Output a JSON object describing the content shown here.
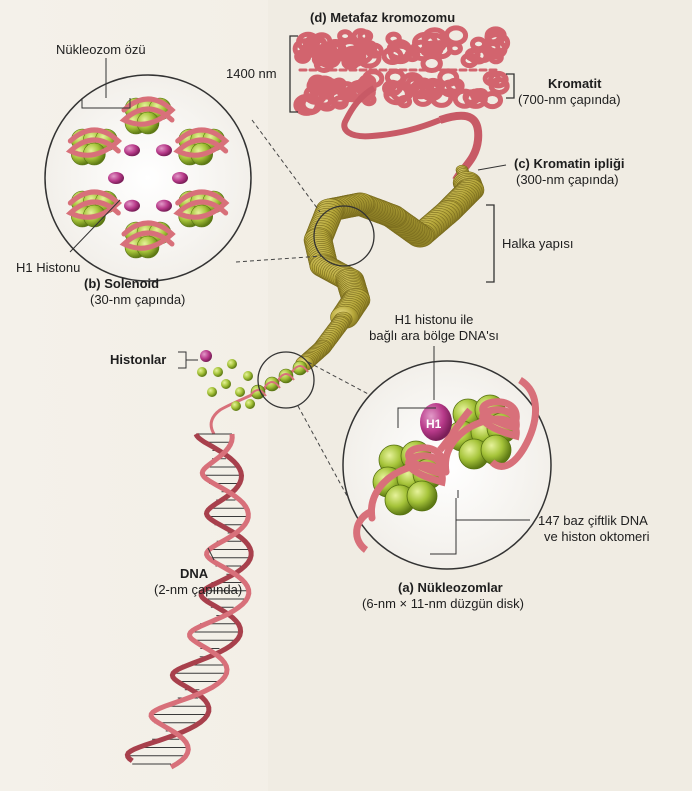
{
  "title": "(d) Metafaz kromozomu",
  "labels": {
    "dim_1400": "1400 nm",
    "kromatit": "Kromatit",
    "kromatit_sub": "(700-nm çapında)",
    "kromatin_ipligi": "(c) Kromatin ipliği",
    "kromatin_sub": "(300-nm çapında)",
    "halka": "Halka yapısı",
    "nukleozom_ozu": "Nükleozom özü",
    "h1_histonu": "H1 Histonu",
    "solenoid": "(b) Solenoid",
    "solenoid_sub": "(30-nm çapında)",
    "h1_ile_line1": "H1 histonu ile",
    "h1_ile_line2": "bağlı ara bölge DNA'sı",
    "histonlar": "Histonlar",
    "h1_tag": "H1",
    "bp147_line1": "147 baz çiftlik DNA",
    "bp147_line2": "ve histon oktomeri",
    "dna": "DNA",
    "dna_sub": "(2-nm çapında)",
    "nukleozomlar": "(a) Nükleozomlar",
    "nukleozomlar_sub": "(6-nm × 11-nm düzgün disk)"
  },
  "colors": {
    "dna": "#d8707a",
    "dna_dark": "#a8404c",
    "histone": "#a6c43a",
    "histone_dark": "#6e8a1c",
    "h1": "#b83a8a",
    "fiber": "#c9b84a"
  }
}
